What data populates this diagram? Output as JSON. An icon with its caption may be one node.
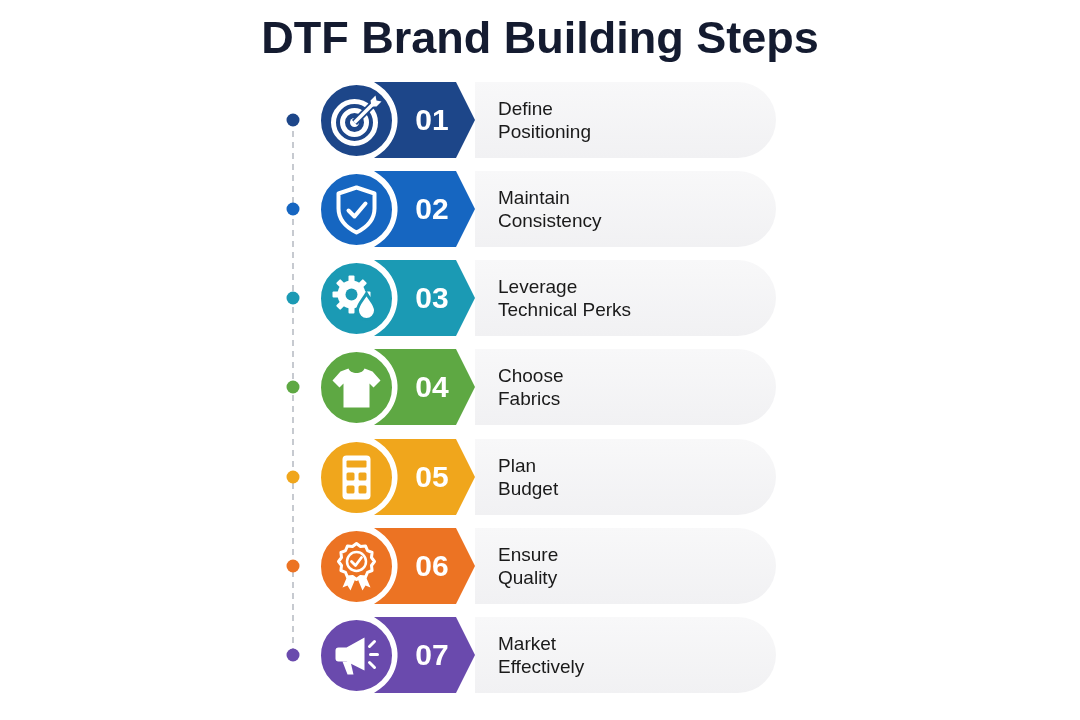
{
  "diagram": {
    "title": "DTF Brand Building Steps",
    "nodes": [
      {
        "text": [
          "01"
        ]
      },
      {
        "text": [
          "Define Positioning"
        ]
      },
      {
        "text": [
          "02"
        ]
      },
      {
        "text": [
          "Maintain Consistency"
        ]
      },
      {
        "text": [
          "03"
        ]
      },
      {
        "text": [
          "Leverage Technical Perks"
        ]
      },
      {
        "text": [
          "04"
        ]
      },
      {
        "text": [
          "Choose Fabrics"
        ]
      },
      {
        "text": [
          "05"
        ]
      },
      {
        "text": [
          "Plan Budget"
        ]
      },
      {
        "text": [
          "06"
        ]
      },
      {
        "text": [
          "Ensure Quality"
        ]
      },
      {
        "text": [
          "07"
        ]
      },
      {
        "text": [
          "Market Effectively"
        ]
      }
    ]
  }
}
